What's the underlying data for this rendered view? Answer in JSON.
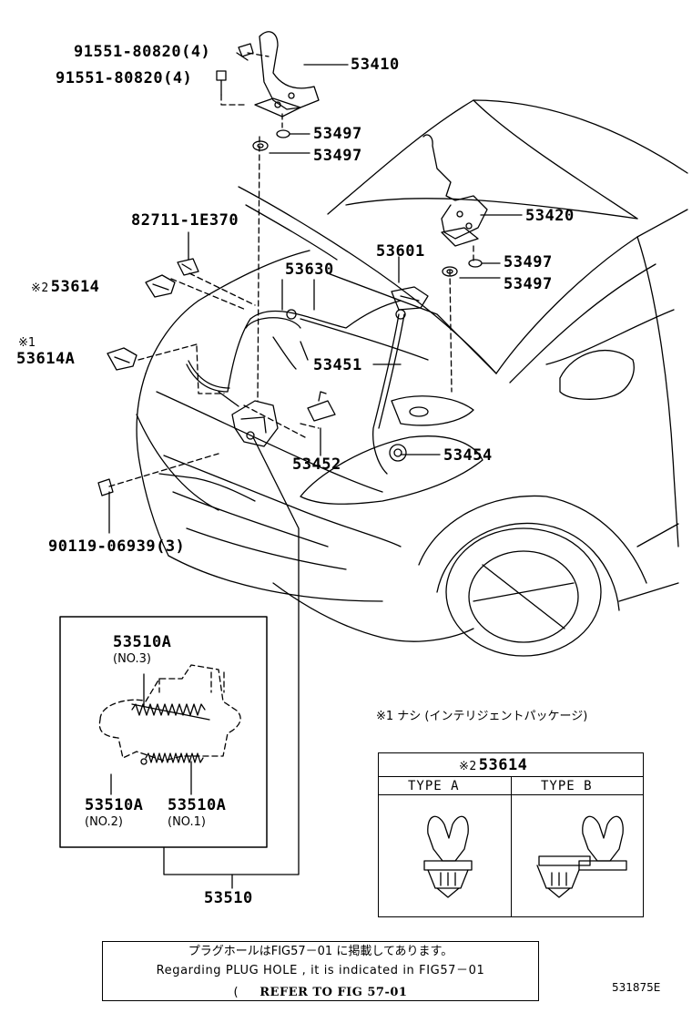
{
  "labels": {
    "p1": "91551-80820(4)",
    "p2": "91551-80820(4)",
    "p3": "53410",
    "p4": "53497",
    "p5": "53497",
    "p6": "53420",
    "p7": "53497",
    "p8": "53497",
    "p9": "82711-1E370",
    "p10": "53601",
    "p11": "53614",
    "p12": "53630",
    "p13": "53614A",
    "p14": "53451",
    "p15": "53452",
    "p16": "53454",
    "p17": "90119-06939(3)",
    "p18": "53510",
    "p19": "53510A",
    "p20": "(NO.3)",
    "p21": "53510A",
    "p22": "(NO.2)",
    "p23": "53510A",
    "p24": "(NO.1)"
  },
  "symbols": {
    "s1": "※2",
    "s2": "※1"
  },
  "notes": {
    "note1": "※1 ナシ (インテリジェントパッケージ)",
    "type_box_title_sym": "※2",
    "type_box_title": "53614",
    "type_a": "TYPE A",
    "type_b": "TYPE B"
  },
  "footer": {
    "line1": "プラグホールはFIG57－01 に掲載してあります。",
    "line2": "Regarding PLUG HOLE , it is indicated in FIG57－01",
    "line3_open": "(",
    "line3": "REFER TO FIG 57-01",
    "figure_code": "531875E"
  }
}
